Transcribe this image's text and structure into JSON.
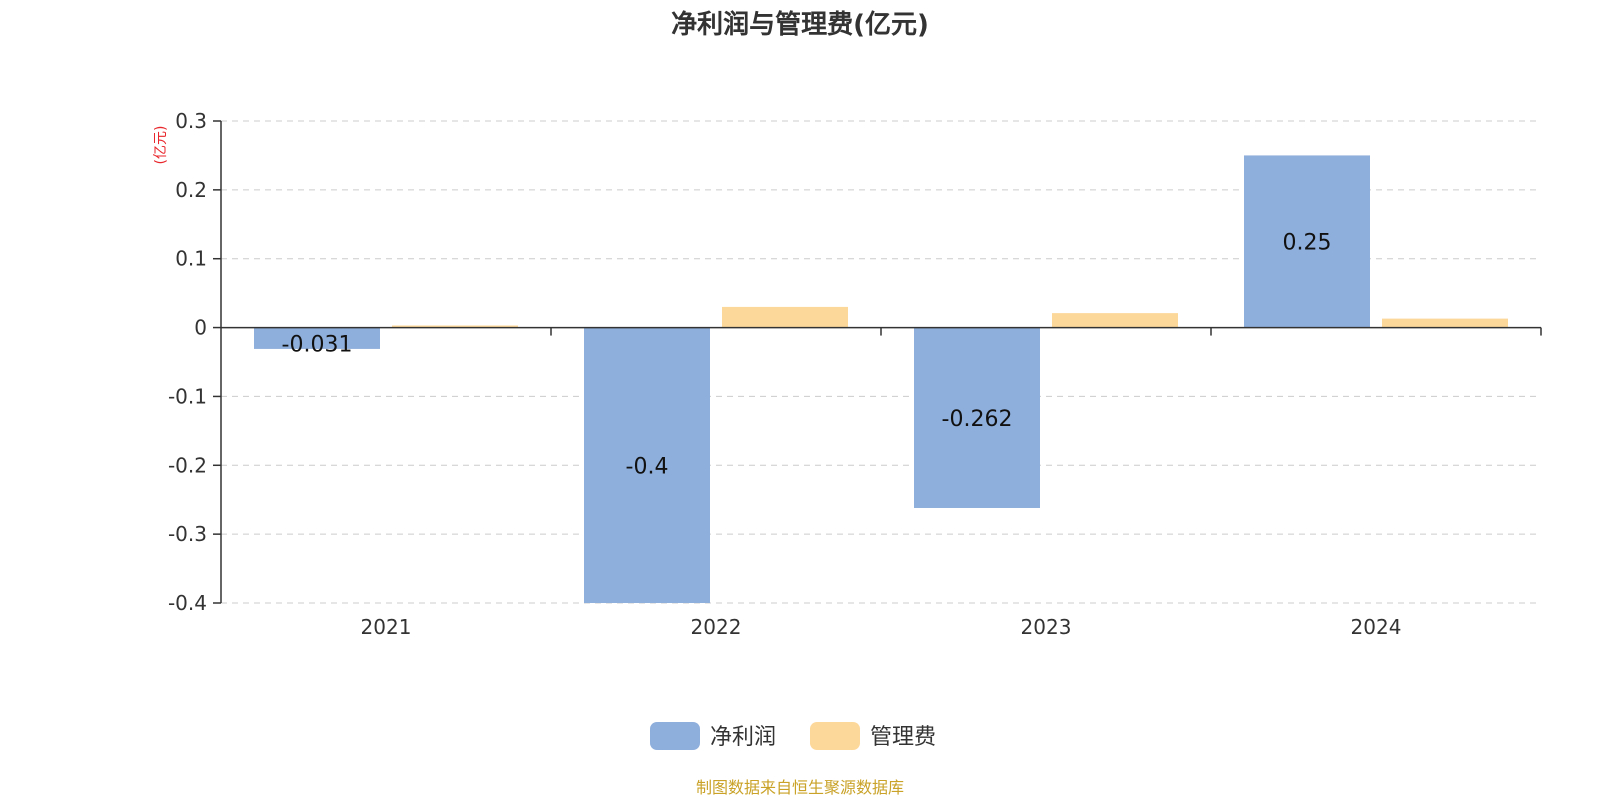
{
  "chart_data": {
    "type": "bar",
    "title": "净利润与管理费(亿元)",
    "ylabel": "(亿元)",
    "categories": [
      "2021",
      "2022",
      "2023",
      "2024"
    ],
    "series": [
      {
        "name": "净利润",
        "color": "#8eaedb",
        "values": [
          -0.031,
          -0.4,
          -0.262,
          0.25
        ],
        "labels": [
          "-0.031",
          "-0.4",
          "-0.262",
          "0.25"
        ]
      },
      {
        "name": "管理费",
        "color": "#fdd89b",
        "values": [
          0.003,
          0.03,
          0.021,
          0.013
        ]
      }
    ],
    "ylim": [
      -0.4,
      0.3
    ],
    "yticks": [
      0.3,
      0.2,
      0.1,
      0,
      -0.1,
      -0.2,
      -0.3,
      -0.4
    ],
    "ytick_labels": [
      "0.3",
      "0.2",
      "0.1",
      "0",
      "-0.1",
      "-0.2",
      "-0.3",
      "-0.4"
    ],
    "grid": true,
    "legend_position": "bottom-center"
  },
  "source_note": "制图数据来自恒生聚源数据库"
}
